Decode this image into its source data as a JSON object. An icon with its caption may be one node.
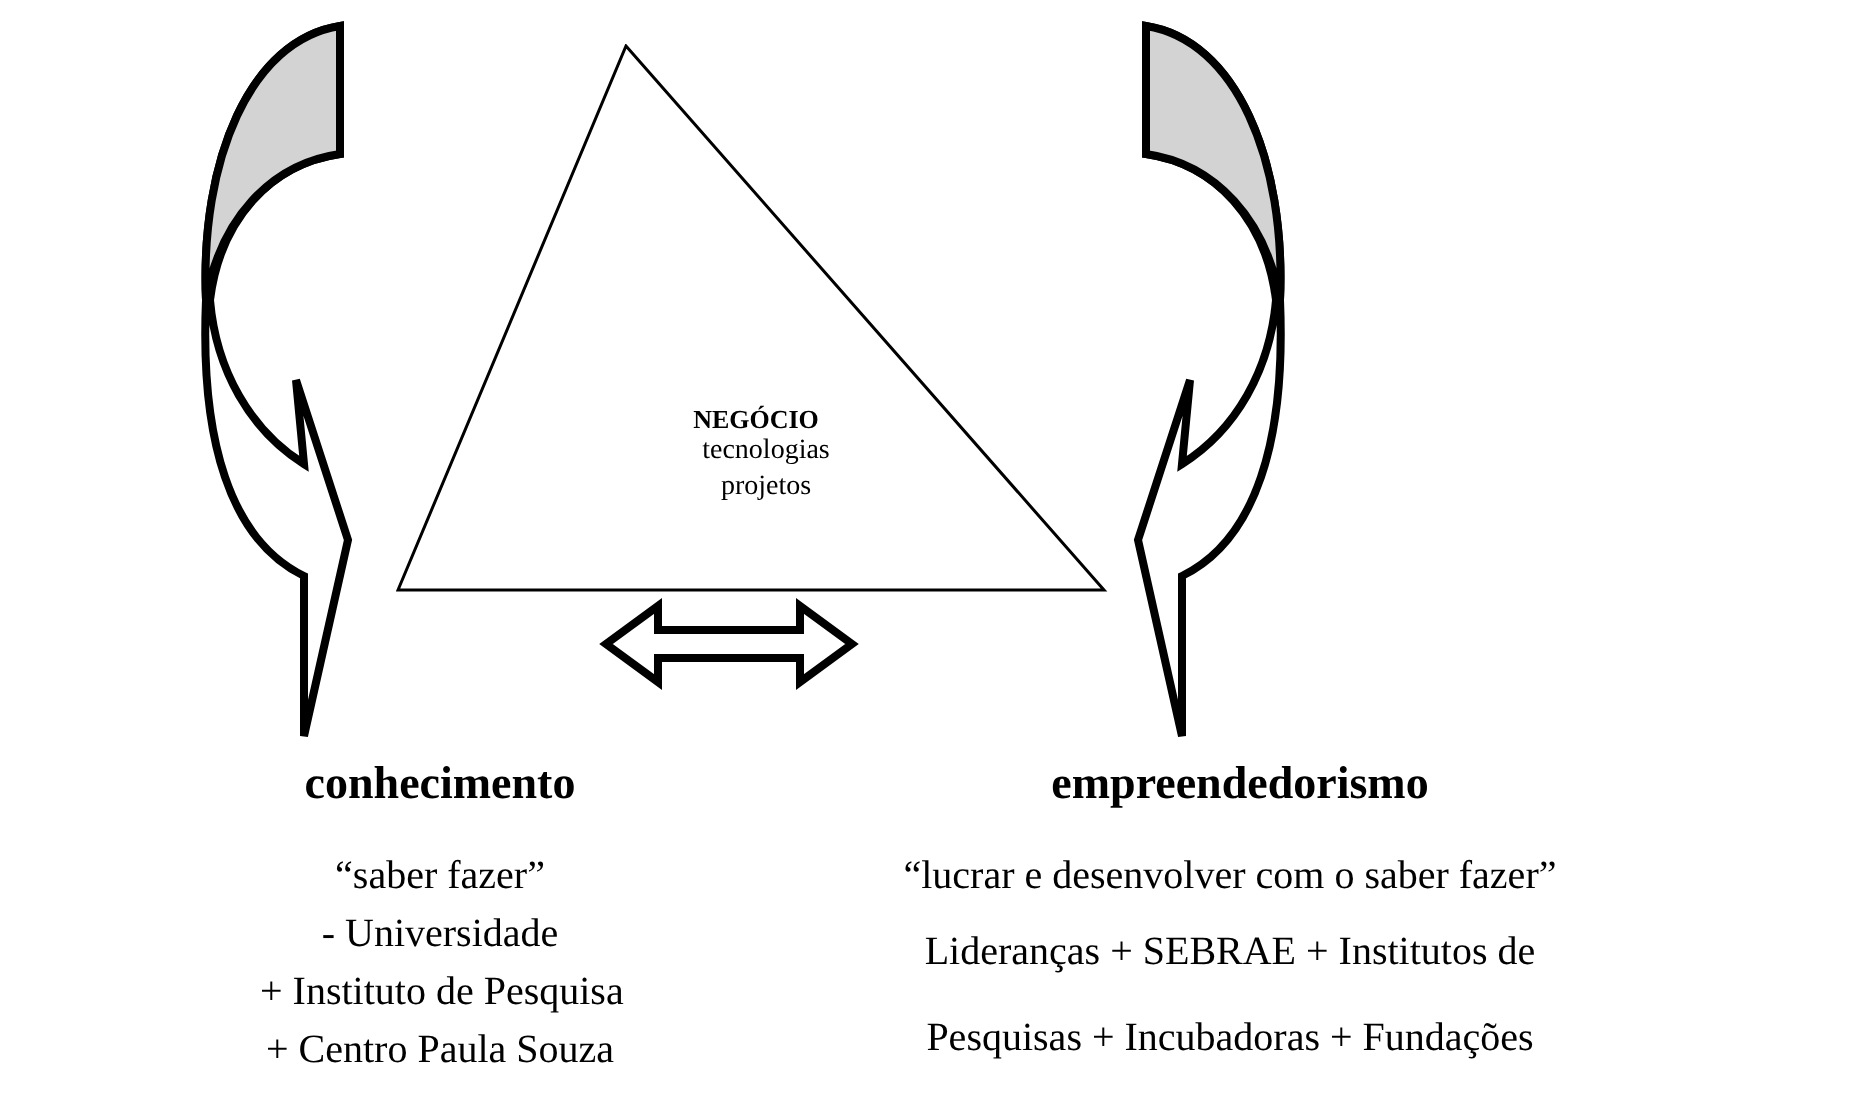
{
  "diagram": {
    "nodes": [
      {
        "text": [
          "NEGÓCIO",
          "tecnologias",
          "projetos"
        ]
      },
      {
        "text": [
          "conhecimento",
          "“saber fazer”",
          "- Universidade",
          "+ Instituto de Pesquisa",
          "+ Centro Paula Souza"
        ]
      },
      {
        "text": [
          "empreendedorismo",
          "“lucrar e desenvolver com o saber fazer”",
          "Lideranças + SEBRAE + Institutos de Pesquisas + Incubadoras + Fundações"
        ]
      }
    ],
    "edges": [
      {
        "from": null,
        "to": 1,
        "arrow": "to"
      },
      {
        "from": null,
        "to": 2,
        "arrow": "to"
      },
      {
        "from": 1,
        "to": 2,
        "arrow": "both"
      }
    ]
  }
}
